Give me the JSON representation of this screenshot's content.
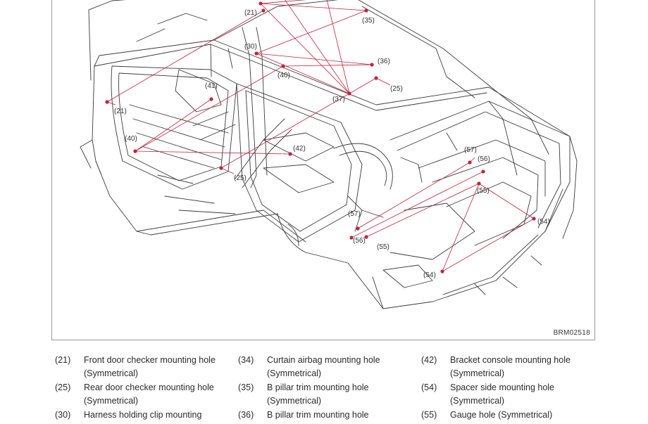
{
  "figure_code": "BRM02518",
  "callouts": [
    {
      "id": "c21a",
      "label": "(21)"
    },
    {
      "id": "c35",
      "label": "(35)"
    },
    {
      "id": "c30",
      "label": "(30)"
    },
    {
      "id": "c36",
      "label": "(36)"
    },
    {
      "id": "c40a",
      "label": "(40)"
    },
    {
      "id": "c25a",
      "label": "(25)"
    },
    {
      "id": "c41",
      "label": "(41)"
    },
    {
      "id": "c37",
      "label": "(37)"
    },
    {
      "id": "c21b",
      "label": "(21)"
    },
    {
      "id": "c40b",
      "label": "(40)"
    },
    {
      "id": "c42",
      "label": "(42)"
    },
    {
      "id": "c25b",
      "label": "(25)"
    },
    {
      "id": "c57a",
      "label": "(57)"
    },
    {
      "id": "c56a",
      "label": "(56)"
    },
    {
      "id": "c55a",
      "label": "(55)"
    },
    {
      "id": "c57b",
      "label": "(57)"
    },
    {
      "id": "c56b",
      "label": "(56)"
    },
    {
      "id": "c55b",
      "label": "(55)"
    },
    {
      "id": "c54a",
      "label": "(54)"
    },
    {
      "id": "c54b",
      "label": "(54)"
    }
  ],
  "legend": [
    {
      "num": "(21)",
      "line1": "Front door checker mounting hole",
      "line2": "(Symmetrical)"
    },
    {
      "num": "(25)",
      "line1": "Rear door checker mounting hole",
      "line2": "(Symmetrical)"
    },
    {
      "num": "(30)",
      "line1": "Harness holding clip mounting",
      "line2": ""
    },
    {
      "num": "(34)",
      "line1": "Curtain airbag mounting hole",
      "line2": "(Symmetrical)"
    },
    {
      "num": "(35)",
      "line1": "B pillar trim mounting hole",
      "line2": "(Symmetrical)"
    },
    {
      "num": "(36)",
      "line1": "B pillar trim mounting hole",
      "line2": ""
    },
    {
      "num": "(42)",
      "line1": "Bracket console mounting hole",
      "line2": "(Symmetrical)"
    },
    {
      "num": "(54)",
      "line1": "Spacer side mounting hole",
      "line2": "(Symmetrical)"
    },
    {
      "num": "(55)",
      "line1": "Gauge hole (Symmetrical)",
      "line2": ""
    }
  ]
}
